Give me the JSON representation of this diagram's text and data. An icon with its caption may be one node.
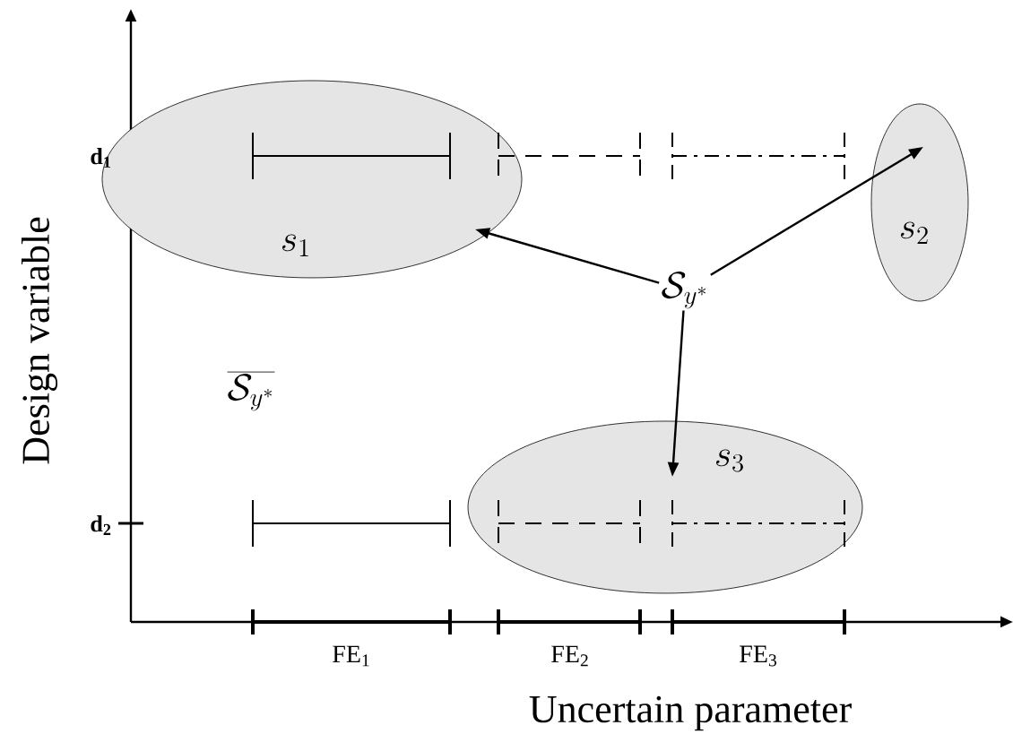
{
  "diagram": {
    "nodes": [
      {
        "text": [
          "s_1"
        ]
      },
      {
        "text": [
          "s_2"
        ]
      },
      {
        "text": [
          "s_3"
        ]
      },
      {
        "text": [
          "\\mathcal{S}_{y^*}"
        ]
      }
    ],
    "edges": [
      {
        "from": 3,
        "to": 0,
        "arrow": "to"
      },
      {
        "from": 3,
        "to": 1,
        "arrow": "to"
      },
      {
        "from": 3,
        "to": 2,
        "arrow": "to"
      }
    ],
    "labels": [
      "d$_{1}$",
      "d$_{2}$",
      "Design variable",
      "\\overline{\\mathcal{S}_{y^*}}",
      "FE$_{1}$",
      "FE$_{2}$",
      "FE$_{3}$",
      "Uncertain parameter"
    ]
  }
}
